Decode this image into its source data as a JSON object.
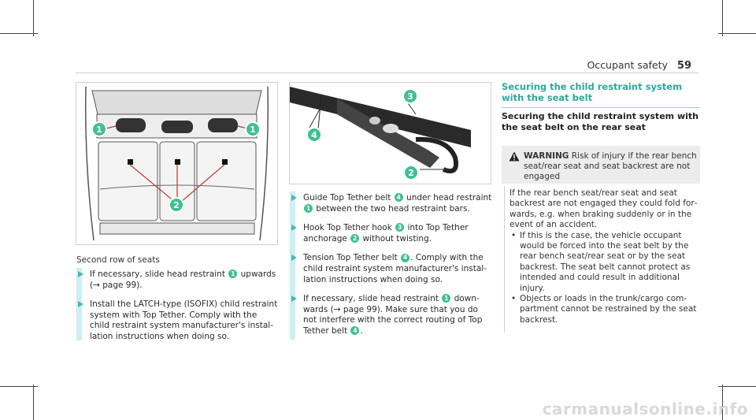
{
  "header": {
    "section": "Occupant safety",
    "page": "59"
  },
  "figure1": {
    "callouts": [
      "1",
      "1",
      "2"
    ],
    "caption": "Second row of seats"
  },
  "figure2": {
    "callouts": [
      "3",
      "4",
      "2"
    ]
  },
  "col1_steps": [
    {
      "parts": [
        "If necessary, slide head restraint ",
        "1",
        " upwards (→ page 99)."
      ]
    },
    {
      "parts": [
        "Install the LATCH-type (ISOFIX) child restraint system with Top Tether. Comply with the child restraint system manufacturer's instal­lation instructions when doing so."
      ]
    }
  ],
  "col2_steps": [
    {
      "parts": [
        "Guide Top Tether belt ",
        "4",
        " under head restraint ",
        "1",
        " between the two head restraint bars."
      ]
    },
    {
      "parts": [
        "Hook Top Tether hook ",
        "3",
        " into Top Tether anchorage ",
        "2",
        " without twisting."
      ]
    },
    {
      "parts": [
        "Tension Top Tether belt ",
        "4",
        ". Comply with the child restraint system manufacturer's instal­lation instructions when doing so."
      ]
    },
    {
      "parts": [
        "If necessary, slide head restraint ",
        "1",
        " down­wards (→ page 99). Make sure that you do not interfere with the correct routing of Top Tether belt ",
        "4",
        "."
      ]
    }
  ],
  "section": {
    "title": "Securing the child restraint system with the seat belt",
    "subtitle": "Securing the child restraint system with the seat belt on the rear seat"
  },
  "warning": {
    "label": "WARNING",
    "head_text": "Risk of injury if the rear bench seat/rear seat and seat backrest are not engaged",
    "body": "If the rear bench seat/rear seat and seat backrest are not engaged they could fold for­wards, e.g. when braking suddenly or in the event of an accident.",
    "bullets": [
      "If this is the case, the vehicle occupant would be forced into the seat belt by the rear bench seat/rear seat or by the seat backrest. The seat belt cannot protect as intended and could result in additional injury.",
      "Objects or loads in the trunk/cargo com­partment cannot be restrained by the seat backrest."
    ]
  },
  "watermark": "carmanualsonline.info",
  "colors": {
    "accent": "#3fbf95",
    "heading": "#2ba89b",
    "bar": "#cfeff2"
  }
}
